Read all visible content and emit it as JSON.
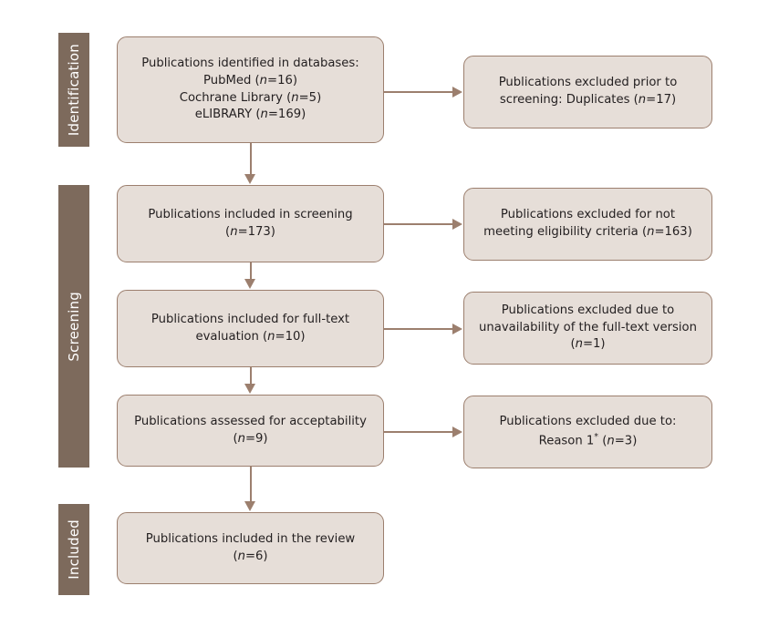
{
  "diagram": {
    "type": "prisma-flow-diagram",
    "title": "",
    "colors": {
      "stage_bar_background": "#7d6a5c",
      "stage_bar_text": "#ffffff",
      "node_background": "#e6ded8",
      "node_border": "#9c7f6e",
      "connector": "#9c7f6e",
      "text": "#231f20",
      "page_background": "#ffffff"
    }
  },
  "stages": [
    {
      "id": "identification",
      "label": "Identification"
    },
    {
      "id": "screening",
      "label": "Screening"
    },
    {
      "id": "included",
      "label": "Included"
    }
  ],
  "nodes": {
    "identified": {
      "id": "publications-identified",
      "lines": [
        {
          "text": "Publications identified in databases:"
        },
        {
          "prefix": "PubMed (",
          "italic": "n",
          "suffix": "=16)"
        },
        {
          "prefix": "Cochrane Library (",
          "italic": "n",
          "suffix": "=5)"
        },
        {
          "prefix": "eLIBRARY (",
          "italic": "n",
          "suffix": "=169)"
        }
      ],
      "counts": {
        "PubMed": 16,
        "Cochrane Library": 5,
        "eLIBRARY": 169
      }
    },
    "duplicates_excluded": {
      "id": "excluded-duplicates",
      "lines": [
        {
          "text": "Publications excluded prior to"
        },
        {
          "prefix": "screening: Duplicates (",
          "italic": "n",
          "suffix": "=17)"
        }
      ],
      "count": 17
    },
    "screening_included": {
      "id": "included-in-screening",
      "lines": [
        {
          "text": "Publications included in screening"
        },
        {
          "prefix": "(",
          "italic": "n",
          "suffix": "=173)"
        }
      ],
      "count": 173
    },
    "eligibility_excluded": {
      "id": "excluded-not-meeting-eligibility",
      "lines": [
        {
          "text": "Publications excluded for not"
        },
        {
          "prefix": "meeting eligibility criteria (",
          "italic": "n",
          "suffix": "=163)"
        }
      ],
      "count": 163
    },
    "fulltext_included": {
      "id": "included-for-full-text-evaluation",
      "lines": [
        {
          "text": "Publications included for full-text"
        },
        {
          "prefix": "evaluation (",
          "italic": "n",
          "suffix": "=10)"
        }
      ],
      "count": 10
    },
    "unavailable_excluded": {
      "id": "excluded-full-text-unavailable",
      "lines": [
        {
          "text": "Publications excluded due to"
        },
        {
          "text": "unavailability of the full-text version"
        },
        {
          "prefix": "(",
          "italic": "n",
          "suffix": "=1)"
        }
      ],
      "count": 1
    },
    "acceptability_assessed": {
      "id": "assessed-for-acceptability",
      "lines": [
        {
          "text": "Publications assessed for acceptability"
        },
        {
          "prefix": "(",
          "italic": "n",
          "suffix": "=9)"
        }
      ],
      "count": 9
    },
    "reason_excluded": {
      "id": "excluded-reason-1",
      "lines": [
        {
          "text": "Publications excluded due to:"
        },
        {
          "prefix": "Reason 1",
          "sup": "*",
          "mid": " (",
          "italic": "n",
          "suffix": "=3)"
        }
      ],
      "count": 3
    },
    "review_included": {
      "id": "included-in-the-review",
      "lines": [
        {
          "text": "Publications included in the review"
        },
        {
          "prefix": "(",
          "italic": "n",
          "suffix": "=6)"
        }
      ],
      "count": 6
    }
  },
  "connectors": [
    {
      "id": "identified-to-screening",
      "from": "identified",
      "to": "screening_included",
      "direction": "down"
    },
    {
      "id": "identified-to-duplicates",
      "from": "identified",
      "to": "duplicates_excluded",
      "direction": "right"
    },
    {
      "id": "screening-to-fulltext",
      "from": "screening_included",
      "to": "fulltext_included",
      "direction": "down"
    },
    {
      "id": "screening-to-eligibility",
      "from": "screening_included",
      "to": "eligibility_excluded",
      "direction": "right"
    },
    {
      "id": "fulltext-to-acceptability",
      "from": "fulltext_included",
      "to": "acceptability_assessed",
      "direction": "down"
    },
    {
      "id": "fulltext-to-unavailable",
      "from": "fulltext_included",
      "to": "unavailable_excluded",
      "direction": "right"
    },
    {
      "id": "acceptability-to-review",
      "from": "acceptability_assessed",
      "to": "review_included",
      "direction": "down"
    },
    {
      "id": "acceptability-to-reason",
      "from": "acceptability_assessed",
      "to": "reason_excluded",
      "direction": "right"
    }
  ]
}
